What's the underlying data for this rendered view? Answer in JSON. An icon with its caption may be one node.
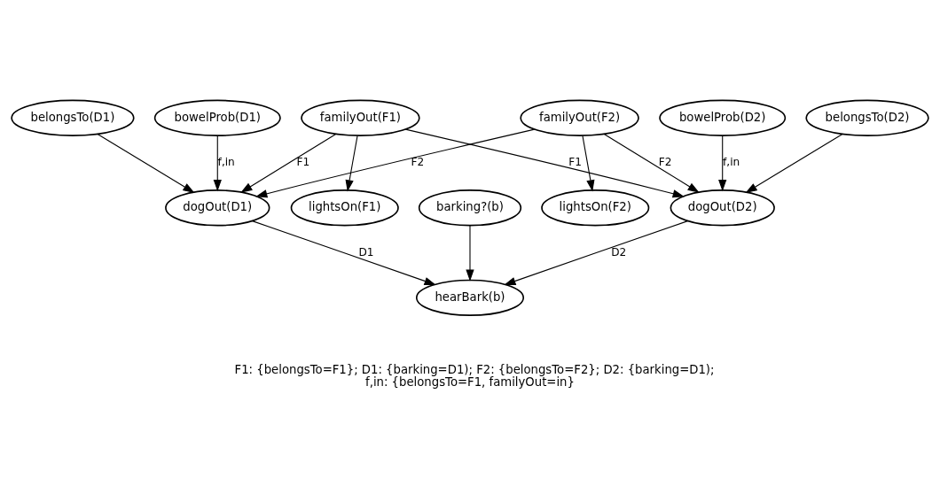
{
  "diagram": {
    "nodes": [
      {
        "text": [
          "familyOut(F1)"
        ]
      },
      {
        "text": [
          "belongsTo(D1)"
        ]
      },
      {
        "text": [
          "bowelProb(D1)"
        ]
      },
      {
        "text": [
          "belongsTo(D2)"
        ]
      },
      {
        "text": [
          "familyOut(F2)"
        ]
      },
      {
        "text": [
          "bowelProb(D2)"
        ]
      },
      {
        "text": [
          "lightsOn(F1)"
        ]
      },
      {
        "text": [
          "dogOut(D1)"
        ]
      },
      {
        "text": [
          "barking?(b)"
        ]
      },
      {
        "text": [
          "dogOut(D2)"
        ]
      },
      {
        "text": [
          "lightsOn(F2)"
        ]
      },
      {
        "text": [
          "hearBark(b)"
        ]
      }
    ],
    "edges": [
      {
        "from": 0,
        "to": 6,
        "arrow": "to"
      },
      {
        "from": 0,
        "to": 7,
        "arrow": "to",
        "label": "F1"
      },
      {
        "from": 0,
        "to": 9,
        "arrow": "to",
        "label": "F1"
      },
      {
        "from": 1,
        "to": 7,
        "arrow": "to"
      },
      {
        "from": 2,
        "to": 7,
        "arrow": "to",
        "label": "f,in"
      },
      {
        "from": 4,
        "to": 7,
        "arrow": "to",
        "label": "F2"
      },
      {
        "from": 3,
        "to": 9,
        "arrow": "to"
      },
      {
        "from": 4,
        "to": 9,
        "arrow": "to",
        "label": "F2"
      },
      {
        "from": 5,
        "to": 9,
        "arrow": "to",
        "label": "f,in"
      },
      {
        "from": 4,
        "to": 10,
        "arrow": "to"
      },
      {
        "from": 7,
        "to": 11,
        "arrow": "to",
        "label": "D1"
      },
      {
        "from": 8,
        "to": 11,
        "arrow": "to"
      },
      {
        "from": 9,
        "to": 11,
        "arrow": "to",
        "label": "D2"
      }
    ],
    "labels": [
      "F1: {belongsTo=F1}; D1: {barking=D1); F2: {belongsTo=F2}; D2: {barking=D1);",
      "f,in: {belongsTo=F1, familyOut=in}"
    ]
  }
}
